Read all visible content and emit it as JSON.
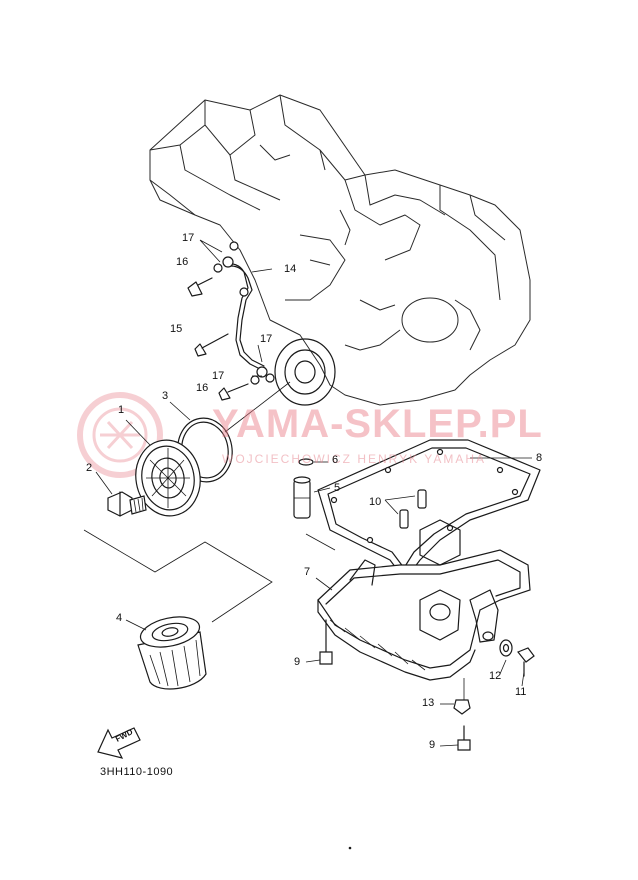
{
  "diagram": {
    "code": "3HH110-1090",
    "fwd_label": "FWD",
    "watermark": "YAMA-SKLEP.PL",
    "watermark_sub": "WOJCIECHOWICZ HENRYK YAMAHA"
  },
  "part_numbers": [
    {
      "id": "p1",
      "text": "1"
    },
    {
      "id": "p2",
      "text": "2"
    },
    {
      "id": "p3",
      "text": "3"
    },
    {
      "id": "p4",
      "text": "4"
    },
    {
      "id": "p5",
      "text": "5"
    },
    {
      "id": "p6",
      "text": "6"
    },
    {
      "id": "p7",
      "text": "7"
    },
    {
      "id": "p8",
      "text": "8"
    },
    {
      "id": "p9a",
      "text": "9"
    },
    {
      "id": "p9b",
      "text": "9"
    },
    {
      "id": "p10",
      "text": "10"
    },
    {
      "id": "p11",
      "text": "11"
    },
    {
      "id": "p12",
      "text": "12"
    },
    {
      "id": "p13",
      "text": "13"
    },
    {
      "id": "p14",
      "text": "14"
    },
    {
      "id": "p15",
      "text": "15"
    },
    {
      "id": "p16a",
      "text": "16"
    },
    {
      "id": "p16b",
      "text": "16"
    },
    {
      "id": "p17a",
      "text": "17"
    },
    {
      "id": "p17b",
      "text": "17"
    },
    {
      "id": "p17c",
      "text": "17"
    }
  ],
  "colors": {
    "line": "#1a1a1a",
    "watermark": "#e87882"
  }
}
